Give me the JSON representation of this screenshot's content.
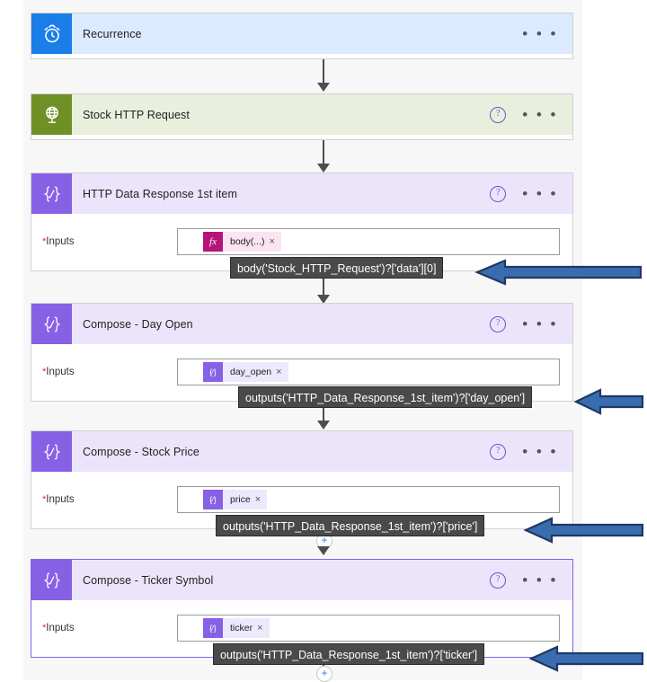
{
  "flow": {
    "steps": [
      {
        "id": "recurrence",
        "title": "Recurrence",
        "icon": "alarm-clock-icon",
        "icon_color": "#1a7de8",
        "header_color": "#dbeafe",
        "has_help": false,
        "menu": "• • •",
        "has_body": false
      },
      {
        "id": "stock-http-request",
        "title": "Stock HTTP Request",
        "icon": "globe-icon",
        "icon_color": "#6f9024",
        "header_color": "#e8efdd",
        "has_help": true,
        "menu": "• • •",
        "has_body": false
      },
      {
        "id": "http-data-response-1st-item",
        "title": "HTTP Data Response 1st item",
        "icon": "compose-icon",
        "icon_color": "#8661e5",
        "header_color": "#ece4fb",
        "has_help": true,
        "menu": "• • •",
        "has_body": true,
        "inputs_label": "Inputs",
        "required_marker": "*",
        "chip": {
          "badge": "fx",
          "badge_name": "function-icon",
          "text": "body(...)",
          "remove": "×",
          "style": "pink"
        }
      },
      {
        "id": "compose-day-open",
        "title": "Compose - Day Open",
        "icon": "compose-icon",
        "icon_color": "#8661e5",
        "header_color": "#ece4fb",
        "has_help": true,
        "menu": "• • •",
        "has_body": true,
        "inputs_label": "Inputs",
        "required_marker": "*",
        "chip": {
          "badge": "{⁄}",
          "badge_name": "compose-token-icon",
          "text": "day_open",
          "remove": "×",
          "style": "purple"
        }
      },
      {
        "id": "compose-stock-price",
        "title": "Compose - Stock Price",
        "icon": "compose-icon",
        "icon_color": "#8661e5",
        "header_color": "#ece4fb",
        "has_help": true,
        "menu": "• • •",
        "has_body": true,
        "inputs_label": "Inputs",
        "required_marker": "*",
        "chip": {
          "badge": "{⁄}",
          "badge_name": "compose-token-icon",
          "text": "price",
          "remove": "×",
          "style": "purple"
        }
      },
      {
        "id": "compose-ticker-symbol",
        "title": "Compose - Ticker Symbol",
        "icon": "compose-icon",
        "icon_color": "#8661e5",
        "header_color": "#ece4fb",
        "has_help": true,
        "menu": "• • •",
        "has_body": true,
        "selected": true,
        "inputs_label": "Inputs",
        "required_marker": "*",
        "chip": {
          "badge": "{⁄}",
          "badge_name": "compose-token-icon",
          "text": "ticker",
          "remove": "×",
          "style": "purple"
        }
      }
    ],
    "callouts": [
      {
        "id": "callout-data",
        "text": "body('Stock_HTTP_Request')?['data'][0]"
      },
      {
        "id": "callout-day-open",
        "text": "outputs('HTTP_Data_Response_1st_item')?['day_open']"
      },
      {
        "id": "callout-price",
        "text": "outputs('HTTP_Data_Response_1st_item')?['price']"
      },
      {
        "id": "callout-ticker",
        "text": "outputs('HTTP_Data_Response_1st_item')?['ticker']"
      }
    ],
    "add_step_button": "+",
    "colors": {
      "canvas_background": "#f7f7f7",
      "trigger_accent": "#1a7de8",
      "http_accent": "#6f9024",
      "compose_accent": "#8661e5",
      "callout_background": "#4a4a4a",
      "annotation_arrow_fill": "#3a6cb0",
      "annotation_arrow_stroke": "#1f3864",
      "selected_border": "#8b5cf6"
    }
  }
}
